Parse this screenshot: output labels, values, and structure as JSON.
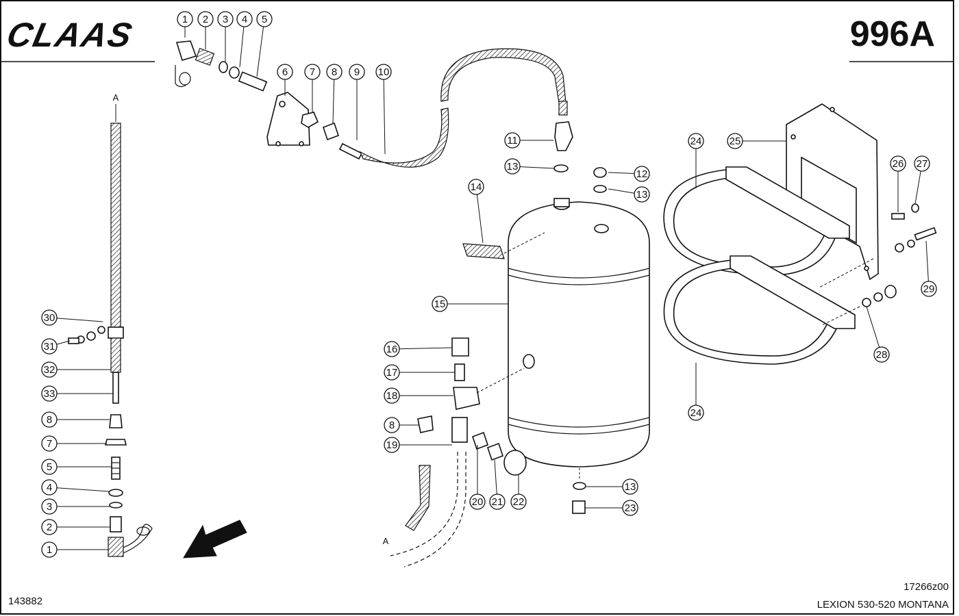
{
  "header": {
    "brand": "CLAAS",
    "page_code": "996A"
  },
  "footer": {
    "doc_number": "143882",
    "drawing_ref": "17266z00",
    "model": "LEXION 530-520 MONTANA"
  },
  "labels": {
    "connector_top": "A",
    "connector_bottom": "A"
  },
  "callouts": [
    {
      "id": "c-1-top",
      "num": "1"
    },
    {
      "id": "c-2-top",
      "num": "2"
    },
    {
      "id": "c-3-top",
      "num": "3"
    },
    {
      "id": "c-4-top",
      "num": "4"
    },
    {
      "id": "c-5-top",
      "num": "5"
    },
    {
      "id": "c-6",
      "num": "6"
    },
    {
      "id": "c-7-top",
      "num": "7"
    },
    {
      "id": "c-8-top",
      "num": "8"
    },
    {
      "id": "c-9",
      "num": "9"
    },
    {
      "id": "c-10",
      "num": "10"
    },
    {
      "id": "c-11",
      "num": "11"
    },
    {
      "id": "c-12",
      "num": "12"
    },
    {
      "id": "c-13-a",
      "num": "13"
    },
    {
      "id": "c-13-b",
      "num": "13"
    },
    {
      "id": "c-14",
      "num": "14"
    },
    {
      "id": "c-15",
      "num": "15"
    },
    {
      "id": "c-16",
      "num": "16"
    },
    {
      "id": "c-17",
      "num": "17"
    },
    {
      "id": "c-18",
      "num": "18"
    },
    {
      "id": "c-8-mid",
      "num": "8"
    },
    {
      "id": "c-19",
      "num": "19"
    },
    {
      "id": "c-20",
      "num": "20"
    },
    {
      "id": "c-21",
      "num": "21"
    },
    {
      "id": "c-22",
      "num": "22"
    },
    {
      "id": "c-13-c",
      "num": "13"
    },
    {
      "id": "c-23",
      "num": "23"
    },
    {
      "id": "c-24-a",
      "num": "24"
    },
    {
      "id": "c-25",
      "num": "25"
    },
    {
      "id": "c-26",
      "num": "26"
    },
    {
      "id": "c-27",
      "num": "27"
    },
    {
      "id": "c-29",
      "num": "29"
    },
    {
      "id": "c-28",
      "num": "28"
    },
    {
      "id": "c-24-b",
      "num": "24"
    },
    {
      "id": "c-30",
      "num": "30"
    },
    {
      "id": "c-31",
      "num": "31"
    },
    {
      "id": "c-32",
      "num": "32"
    },
    {
      "id": "c-33",
      "num": "33"
    },
    {
      "id": "c-8-left",
      "num": "8"
    },
    {
      "id": "c-7-left",
      "num": "7"
    },
    {
      "id": "c-5-left",
      "num": "5"
    },
    {
      "id": "c-4-left",
      "num": "4"
    },
    {
      "id": "c-3-left",
      "num": "3"
    },
    {
      "id": "c-2-left",
      "num": "2"
    },
    {
      "id": "c-1-left",
      "num": "1"
    }
  ]
}
